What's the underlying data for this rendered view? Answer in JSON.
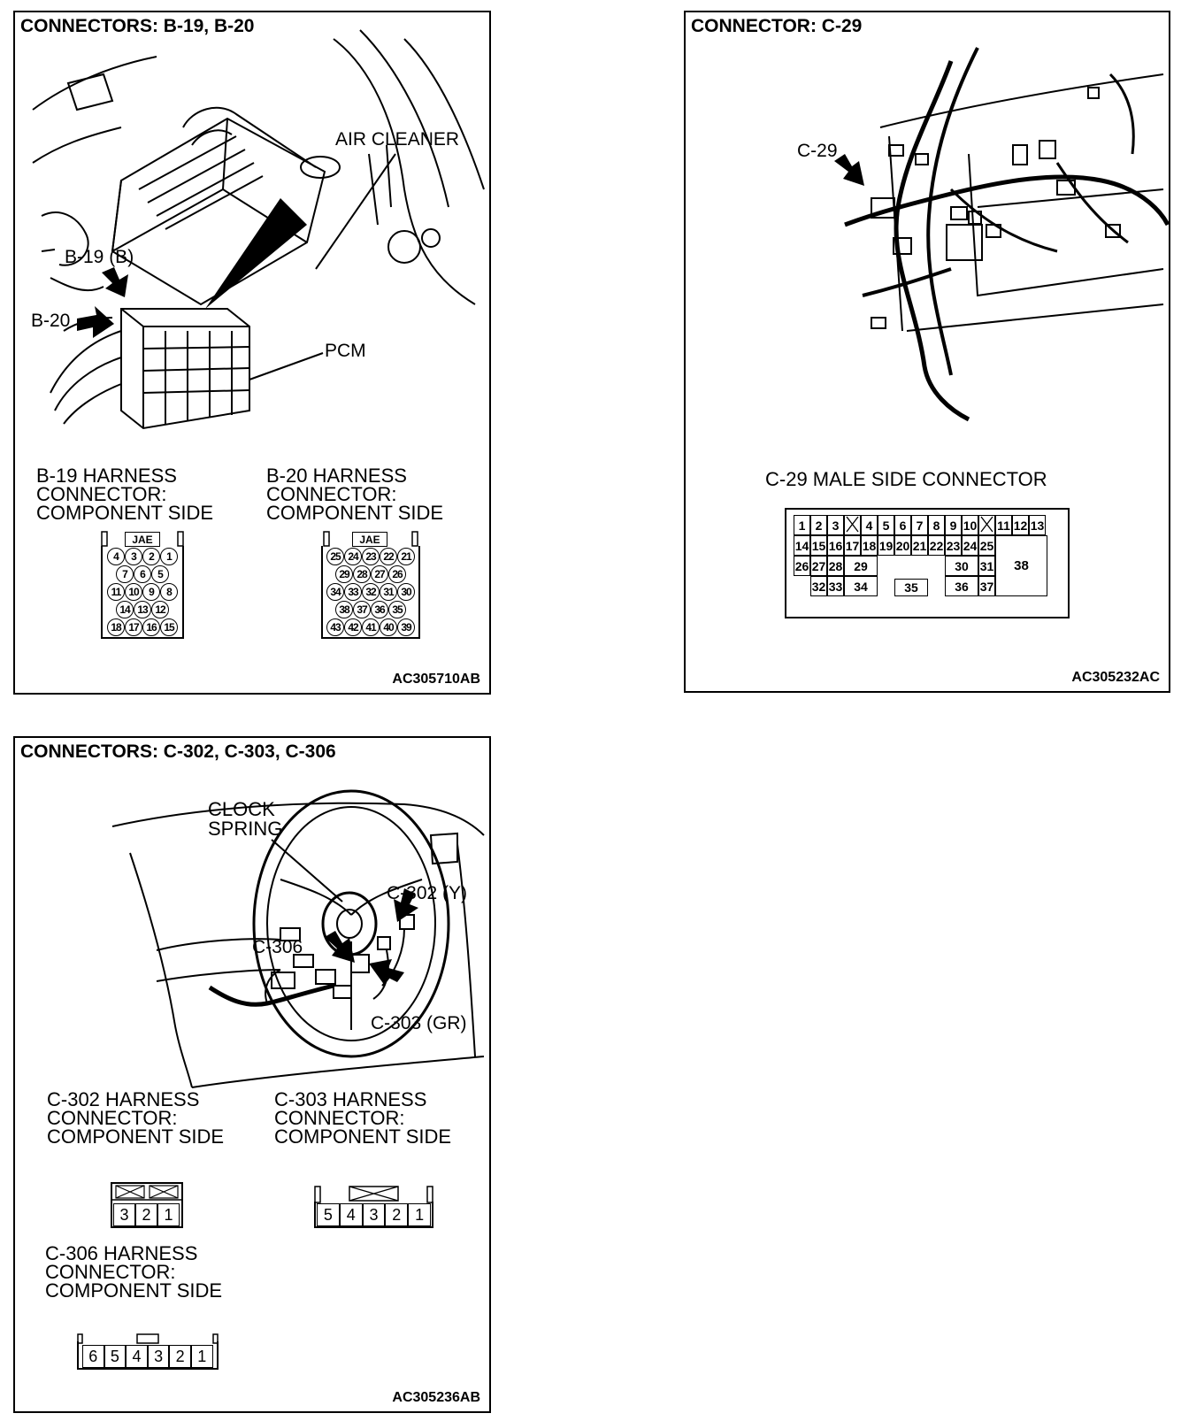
{
  "panel1": {
    "title": "CONNECTORS: B-19, B-20",
    "code": "AC305710AB",
    "callouts": {
      "air_cleaner": "AIR CLEANER",
      "b19": "B-19 (B)",
      "b20": "B-20",
      "pcm": "PCM"
    },
    "b19": {
      "caption": [
        "B-19 HARNESS",
        "CONNECTOR:",
        "COMPONENT SIDE"
      ],
      "tag": "JAE",
      "rows": [
        [
          "4",
          "3",
          "2",
          "1"
        ],
        [
          "7",
          "6",
          "5"
        ],
        [
          "11",
          "10",
          "9",
          "8"
        ],
        [
          "14",
          "13",
          "12"
        ],
        [
          "18",
          "17",
          "16",
          "15"
        ]
      ]
    },
    "b20": {
      "caption": [
        "B-20 HARNESS",
        "CONNECTOR:",
        "COMPONENT SIDE"
      ],
      "tag": "JAE",
      "rows": [
        [
          "25",
          "24",
          "23",
          "22",
          "21"
        ],
        [
          "29",
          "28",
          "27",
          "26"
        ],
        [
          "34",
          "33",
          "32",
          "31",
          "30"
        ],
        [
          "38",
          "37",
          "36",
          "35"
        ],
        [
          "43",
          "42",
          "41",
          "40",
          "39"
        ]
      ]
    }
  },
  "panel2": {
    "title": "CONNECTOR: C-29",
    "code": "AC305232AC",
    "callout": "C-29",
    "caption": "C-29 MALE SIDE CONNECTOR",
    "pins": [
      "1",
      "2",
      "3",
      "4",
      "5",
      "6",
      "7",
      "8",
      "9",
      "10",
      "11",
      "12",
      "13",
      "14",
      "15",
      "16",
      "17",
      "18",
      "19",
      "20",
      "21",
      "22",
      "23",
      "24",
      "25",
      "26",
      "27",
      "28",
      "29",
      "30",
      "31",
      "32",
      "33",
      "34",
      "35",
      "36",
      "37",
      "38"
    ]
  },
  "panel3": {
    "title": "CONNECTORS: C-302, C-303, C-306",
    "code": "AC305236AB",
    "callouts": {
      "clock_spring": [
        "CLOCK",
        "SPRING"
      ],
      "c302": "C-302 (Y)",
      "c306": "C-306",
      "c303": "C-303 (GR)"
    },
    "c302": {
      "caption": [
        "C-302 HARNESS",
        "CONNECTOR:",
        "COMPONENT SIDE"
      ],
      "pins": [
        "3",
        "2",
        "1"
      ]
    },
    "c303": {
      "caption": [
        "C-303 HARNESS",
        "CONNECTOR:",
        "COMPONENT SIDE"
      ],
      "pins": [
        "5",
        "4",
        "3",
        "2",
        "1"
      ]
    },
    "c306": {
      "caption": [
        "C-306 HARNESS",
        "CONNECTOR:",
        "COMPONENT SIDE"
      ],
      "pins": [
        "6",
        "5",
        "4",
        "3",
        "2",
        "1"
      ]
    }
  }
}
